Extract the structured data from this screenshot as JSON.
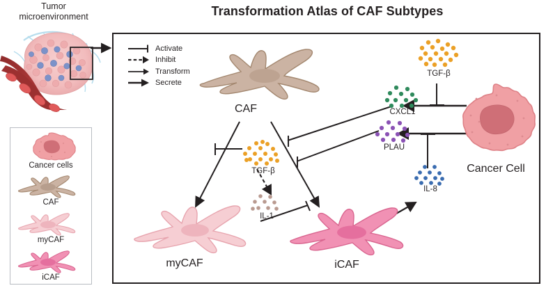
{
  "title": "Transformation Atlas of CAF Subtypes",
  "tme": {
    "caption_line1": "Tumor",
    "caption_line2": "microenvironment"
  },
  "arrow_key": {
    "items": [
      {
        "label": "Activate",
        "glyph": "bar-end-line"
      },
      {
        "label": "Inhibit",
        "glyph": "dashed-arrow"
      },
      {
        "label": "Transform",
        "glyph": "solid-arrow-thin"
      },
      {
        "label": "Secrete",
        "glyph": "solid-arrow-thick"
      }
    ]
  },
  "legend": {
    "items": [
      {
        "label": "Cancer cells",
        "icon": "cancer-cell-icon",
        "color": "#f0a0a4"
      },
      {
        "label": "CAF",
        "icon": "caf-cell-icon",
        "color": "#cbb3a3"
      },
      {
        "label": "myCAF",
        "icon": "mycaf-cell-icon",
        "color": "#f6ced3"
      },
      {
        "label": "iCAF",
        "icon": "icaf-cell-icon",
        "color": "#f191b4"
      }
    ]
  },
  "cells": {
    "caf": "CAF",
    "mycaf": "myCAF",
    "icaf": "iCAF",
    "cancer_cell": "Cancer Cell"
  },
  "molecules": [
    {
      "name": "TGF-β",
      "id": "tgfb-top",
      "color": "#eba026",
      "dots": 18
    },
    {
      "name": "CXCL1",
      "id": "cxcl1",
      "color": "#2f8a5c",
      "dots": 12
    },
    {
      "name": "PLAU",
      "id": "plau",
      "color": "#8b52b5",
      "dots": 12
    },
    {
      "name": "TGF-β",
      "id": "tgfb-middle",
      "color": "#eba026",
      "dots": 17
    },
    {
      "name": "IL-1",
      "id": "il1",
      "color": "#b99a90",
      "dots": 9
    },
    {
      "name": "IL-8",
      "id": "il8",
      "color": "#3a6cb0",
      "dots": 12
    }
  ],
  "colors": {
    "stroke": "#231f20",
    "caf_fill": "#cbb3a3",
    "caf_stroke": "#a3876f",
    "mycaf_fill": "#f6ced3",
    "mycaf_stroke": "#e7a4ae",
    "icaf_fill": "#f191b4",
    "icaf_stroke": "#d9658f",
    "cancer_fill": "#f0a0a4",
    "cancer_stroke": "#de8086",
    "cancer_nucleus": "#cf6f77",
    "panel_border": "#231f20",
    "legend_border": "#b8bcc2"
  },
  "interactions": [
    {
      "source": "TGF-β",
      "target": "CAF-to-myCAF",
      "type": "Activate"
    },
    {
      "source": "TGF-β",
      "target": "IL-1",
      "type": "Inhibit"
    },
    {
      "source": "IL-1",
      "target": "CAF-to-iCAF",
      "type": "Activate"
    },
    {
      "source": "CXCL1",
      "target": "CAF-to-iCAF",
      "type": "Activate"
    },
    {
      "source": "PLAU",
      "target": "CAF-to-iCAF",
      "type": "Activate"
    },
    {
      "source": "Cancer Cell",
      "target": "CXCL1",
      "type": "Secrete"
    },
    {
      "source": "Cancer Cell",
      "target": "PLAU",
      "type": "Secrete"
    },
    {
      "source": "TGF-β",
      "target": "CXCL1-secretion",
      "type": "Activate"
    },
    {
      "source": "IL-8",
      "target": "PLAU-secretion",
      "type": "Activate"
    },
    {
      "source": "iCAF",
      "target": "IL-8",
      "type": "Secrete"
    },
    {
      "source": "CAF",
      "target": "myCAF",
      "type": "Transform"
    },
    {
      "source": "CAF",
      "target": "iCAF",
      "type": "Transform"
    }
  ]
}
